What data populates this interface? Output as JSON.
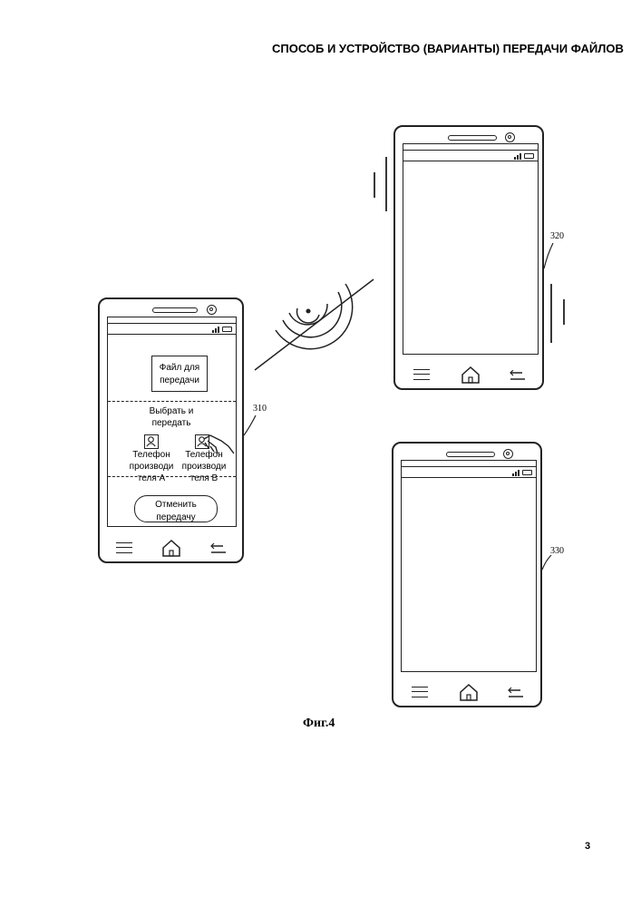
{
  "header": {
    "title": "СПОСОБ И УСТРОЙСТВО (ВАРИАНТЫ) ПЕРЕДАЧИ ФАЙЛОВ"
  },
  "figure": {
    "caption": "Фиг.4"
  },
  "page": {
    "number": "3"
  },
  "phone_310": {
    "ref_label": "310",
    "file_box": {
      "line1": "Файл для",
      "line2": "передачи"
    },
    "select_text": {
      "line1": "Выбрать и",
      "line2": "передать"
    },
    "contacts": [
      {
        "line1": "Телефон",
        "line2": "производи",
        "line3": "теля А"
      },
      {
        "line1": "Телефон",
        "line2": "производи",
        "line3": "теля В"
      }
    ],
    "cancel_button": {
      "line1": "Отменить",
      "line2": "передачу"
    }
  },
  "phone_320": {
    "ref_label": "320"
  },
  "phone_330": {
    "ref_label": "330"
  },
  "icons": [
    "signal-icon",
    "battery-icon",
    "menu-icon",
    "home-icon",
    "back-icon",
    "user-icon",
    "hand-pointer-icon",
    "wireless-signal-icon",
    "vibration-icon"
  ]
}
